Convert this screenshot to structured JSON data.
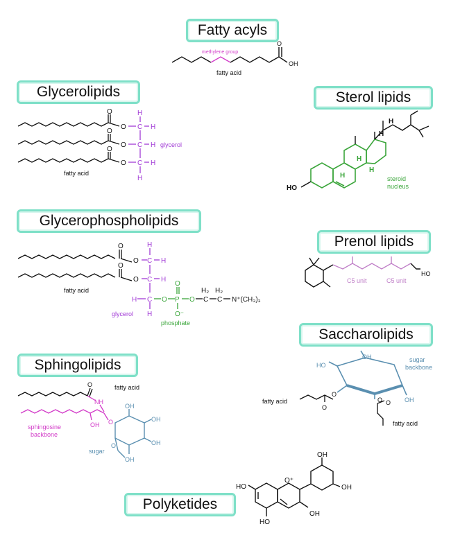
{
  "titles": {
    "fatty_acyls": "Fatty acyls",
    "glycerolipids": "Glycerolipids",
    "sterol_lipids": "Sterol lipids",
    "glycerophospholipids": "Glycerophospholipids",
    "prenol_lipids": "Prenol lipids",
    "saccharolipids": "Saccharolipids",
    "sphingolipids": "Sphingolipids",
    "polyketides": "Polyketides"
  },
  "fatty_acyls": {
    "methylene": "methylene group",
    "fatty_acid": "fatty acid",
    "oh": "OH",
    "o": "O"
  },
  "glycerolipids": {
    "fatty_acid": "fatty acid",
    "glycerol": "glycerol",
    "o": "O",
    "h": "H",
    "c": "C"
  },
  "sterol": {
    "ho": "HO",
    "h": "H",
    "steroid": "steroid",
    "nucleus": "nucleus"
  },
  "gpl": {
    "fatty_acid": "fatty acid",
    "glycerol": "glycerol",
    "phosphate": "phosphate",
    "o": "O",
    "h": "H",
    "c": "C",
    "p": "P",
    "ominus": "O⁻",
    "h2": "H₂",
    "nplus": "N⁺(CH₃)₃"
  },
  "prenol": {
    "c5_unit": "C5 unit",
    "ho": "HO"
  },
  "sacch": {
    "fatty_acid": "fatty acid",
    "sugar": "sugar",
    "backbone": "backbone",
    "ho": "HO",
    "oh": "OH",
    "o": "O"
  },
  "sphingo": {
    "fatty_acid": "fatty acid",
    "sphingosine": "sphingosine",
    "backbone": "backbone",
    "nh": "NH",
    "oh": "OH",
    "sugar": "sugar",
    "o": "O"
  },
  "polyk": {
    "ho": "HO",
    "oh": "OH",
    "oplus": "O⁺"
  },
  "colors": {
    "accent": "#7fe0c8",
    "magenta": "#d23bc8",
    "purple": "#a13ad6",
    "green": "#3aa53a",
    "pink": "#c080c8",
    "steel": "#5a8fb0",
    "black": "#111111"
  }
}
